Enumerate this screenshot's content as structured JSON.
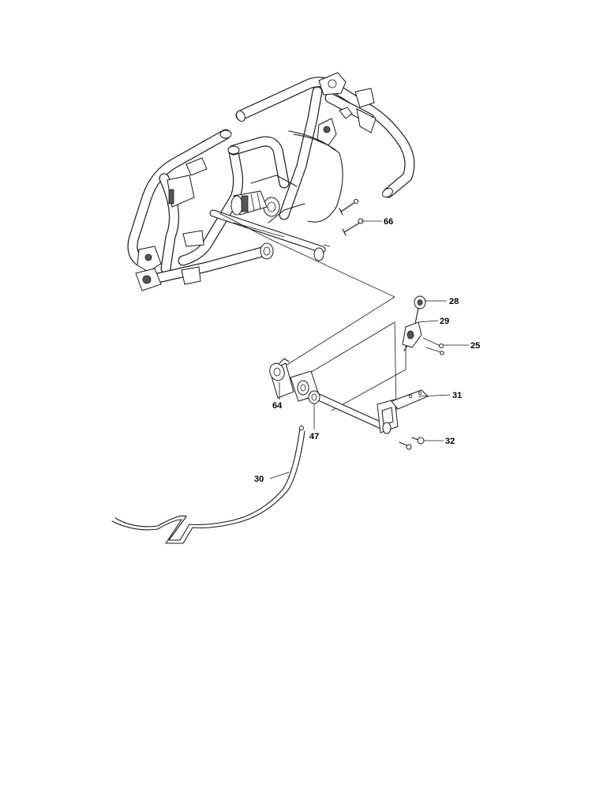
{
  "diagram": {
    "labels": [
      {
        "id": "66",
        "text": "66"
      },
      {
        "id": "28",
        "text": "28"
      },
      {
        "id": "29",
        "text": "29"
      },
      {
        "id": "25",
        "text": "25"
      },
      {
        "id": "31",
        "text": "31"
      },
      {
        "id": "64",
        "text": "64"
      },
      {
        "id": "47",
        "text": "47"
      },
      {
        "id": "32",
        "text": "32"
      },
      {
        "id": "30",
        "text": "30"
      }
    ]
  },
  "colors": {
    "line": "#1a1a1a",
    "background": "#ffffff",
    "shade": "#555555"
  }
}
